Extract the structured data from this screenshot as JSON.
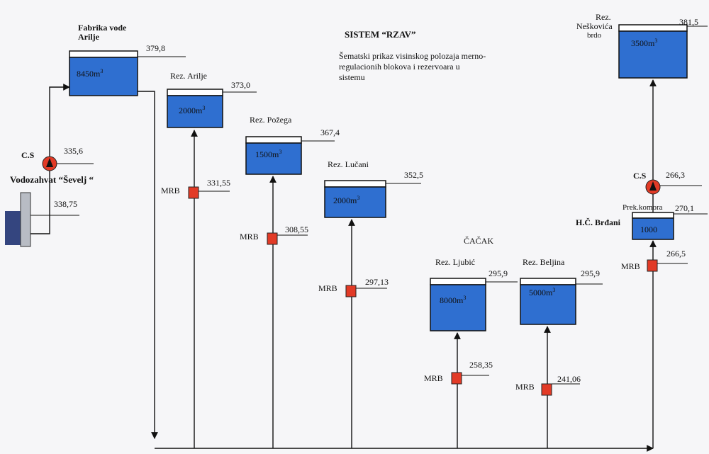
{
  "title": "SISTEM “RZAV”",
  "description": "Šematski prikaz visinskog polozaja merno-regulacionih blokova i rezervoara u sistemu",
  "city_label": "ČAČAK",
  "intake": {
    "name": "Vodozahvat  “Ševelj “",
    "elevation": "338,75"
  },
  "pump_station_1": {
    "label": "C.S",
    "elevation": "335,6"
  },
  "pump_station_2": {
    "label": "C.S",
    "elevation": "266,3"
  },
  "plant": {
    "name_line1": "Fabrika vode",
    "name_line2": "Arilje",
    "volume": "8450m",
    "vol_unit": "3",
    "elevation": "379,8"
  },
  "reservoirs": [
    {
      "name": "Rez. Arilje",
      "volume": "2000m",
      "vol_unit": "3",
      "elevation": "373,0",
      "mrb_label": "MRB",
      "mrb_elevation": "331,55"
    },
    {
      "name": "Rez. Požega",
      "volume": "1500m",
      "vol_unit": "3",
      "elevation": "367,4",
      "mrb_label": "MRB",
      "mrb_elevation": "308,55"
    },
    {
      "name": "Rez. Lučani",
      "volume": "2000m",
      "vol_unit": "3",
      "elevation": "352,5",
      "mrb_label": "MRB",
      "mrb_elevation": "297,13"
    },
    {
      "name": "Rez. Ljubić",
      "volume": "8000m",
      "vol_unit": "3",
      "elevation": "295,9",
      "mrb_label": "MRB",
      "mrb_elevation": "258,35"
    },
    {
      "name": "Rez. Beljina",
      "volume": "5000m",
      "vol_unit": "3",
      "elevation": "295,9",
      "mrb_label": "MRB",
      "mrb_elevation": "241,06"
    }
  ],
  "neskovica": {
    "name_line1": "Rez.",
    "name_line2": "Neškovića",
    "name_line3": "brdo",
    "volume": "3500m",
    "vol_unit": "3",
    "elevation": "381,5"
  },
  "brdjani": {
    "name": "H.Č. Brđani",
    "chamber_label": "Prek.komora",
    "volume": "1000",
    "elevation": "270,1",
    "mrb_label": "MRB",
    "mrb_elevation": "266,5"
  },
  "colors": {
    "tank_fill": "#2f6fd0",
    "tank_top": "#ffffff",
    "mrb_fill": "#e23a26",
    "pump_fill": "#e23a26",
    "line": "#111111",
    "intake_dark": "#34457f",
    "intake_light": "#b8bcc4"
  }
}
